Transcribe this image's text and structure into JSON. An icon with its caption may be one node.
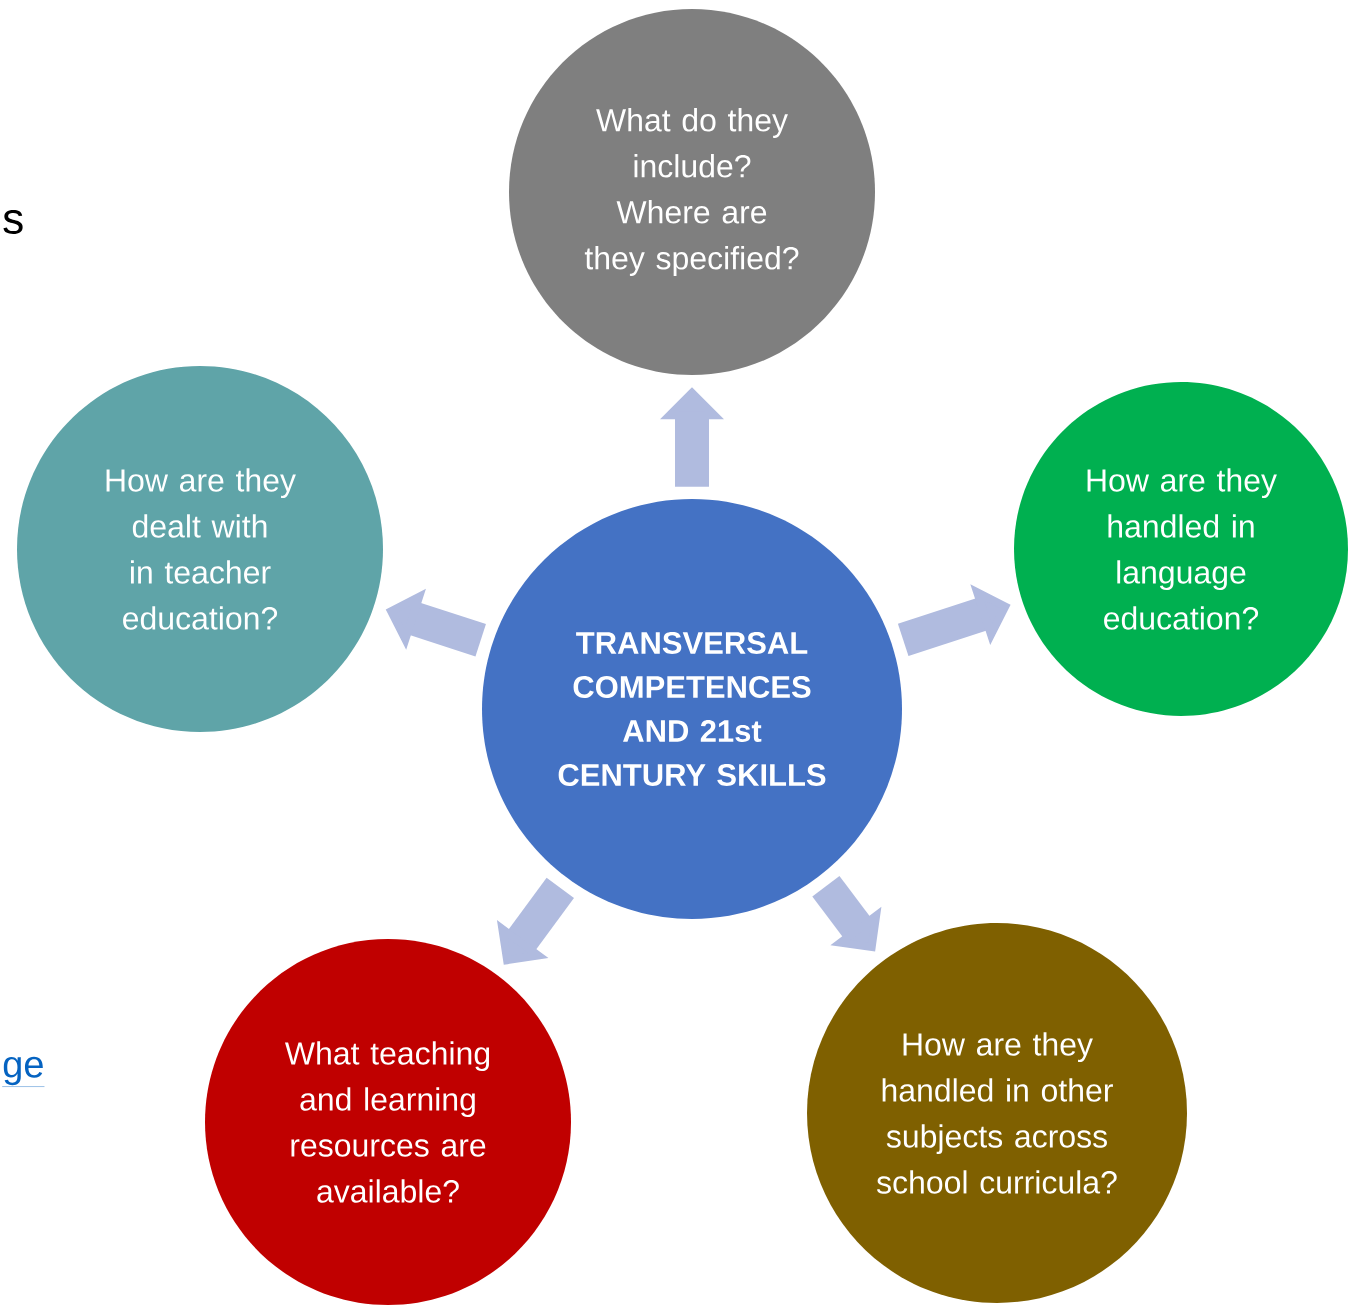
{
  "diagram": {
    "nodes": [
      {
        "text": [
          "What do they include? Where are they specified?"
        ]
      },
      {
        "text": [
          "How are they dealt with in teacher education?"
        ]
      },
      {
        "text": [
          "TRANSVERSAL COMPETENCES AND 21st CENTURY SKILLS"
        ]
      },
      {
        "text": [
          "How are they handled in language education?"
        ]
      },
      {
        "text": [
          "What teaching and learning resources are available?"
        ]
      },
      {
        "text": [
          "How are they handled in other subjects across school curricula?"
        ]
      }
    ],
    "edges": [
      {
        "from": 2,
        "to": 0,
        "arrow": "to"
      },
      {
        "from": 2,
        "to": 1,
        "arrow": "to"
      },
      {
        "from": 2,
        "to": 3,
        "arrow": "to"
      },
      {
        "from": 2,
        "to": 4,
        "arrow": "to"
      },
      {
        "from": 2,
        "to": 5,
        "arrow": "to"
      }
    ],
    "labels": [
      "s",
      "ge"
    ]
  }
}
